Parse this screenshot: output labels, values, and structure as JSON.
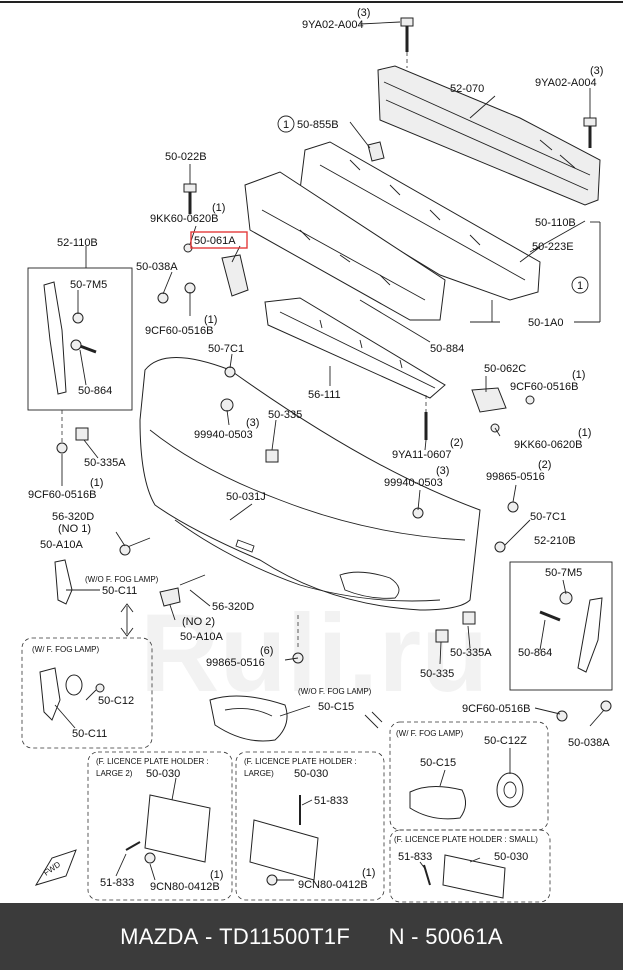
{
  "labels": {
    "q3a": "(3)",
    "p9ya02_top": "9YA02-A004",
    "q3b": "(3)",
    "p9ya02_right": "9YA02-A004",
    "p52070": "52-070",
    "c1a": "1",
    "p50855b": "50-855B",
    "p50022b": "50-022B",
    "q1a": "(1)",
    "p9kk60a": "9KK60-0620B",
    "p50061a": "50-061A",
    "p52110b": "52-110B",
    "p50038a": "50-038A",
    "p507m5a": "50-7M5",
    "q1b": "(1)",
    "p9cf60a": "9CF60-0516B",
    "p50864a": "50-864",
    "p507c1a": "50-7C1",
    "q3c": "(3)",
    "p99940a": "99940-0503",
    "p50335": "50-335",
    "p50335a": "50-335A",
    "q1c": "(1)",
    "p9cf60b": "9CF60-0516B",
    "p50110b": "50-110B",
    "p50223e": "50-223E",
    "c1b": "1",
    "p501a0": "50-1A0",
    "p50884": "50-884",
    "p56111": "56-111",
    "p50062c": "50-062C",
    "q1d": "(1)",
    "p9cf60c": "9CF60-0516B",
    "q1e": "(1)",
    "p9kk60b": "9KK60-0620B",
    "q2a": "(2)",
    "p9ya11": "9YA11-0607",
    "q3d": "(3)",
    "p99940b": "99940-0503",
    "q2b": "(2)",
    "p99865a": "99865-0516",
    "p50031j": "50-031J",
    "p56320d_a": "56-320D",
    "no1": "(NO 1)",
    "p50a10a_a": "50-A10A",
    "p507c1b": "50-7C1",
    "p52210b": "52-210B",
    "p507m5b": "50-7M5",
    "wofog1": "(W/O F. FOG LAMP)",
    "p50c11a": "50-C11",
    "p56320d_b": "56-320D",
    "no2": "(NO 2)",
    "p50a10a_b": "50-A10A",
    "p50335a_b": "50-335A",
    "p50864b": "50-864",
    "q6": "(6)",
    "p99865b": "99865-0516",
    "p50335b": "50-335",
    "wfog1": "(W/ F. FOG LAMP)",
    "p50c12": "50-C12",
    "p50c11b": "50-C11",
    "wofog2": "(W/O F. FOG LAMP)",
    "p50c15a": "50-C15",
    "p9cf60d": "9CF60-0516B",
    "p50038a_b": "50-038A",
    "wfog2": "(W/ F. FOG LAMP)",
    "p50c12z": "50-C12Z",
    "p50c15b": "50-C15",
    "lp1a": "(F. LICENCE PLATE HOLDER :",
    "lp1b": "LARGE 2)",
    "p50030a": "50-030",
    "lp2a": "(F. LICENCE PLATE HOLDER :",
    "lp2b": "LARGE)",
    "p50030b": "50-030",
    "p51833a": "51-833",
    "p51833b": "51-833",
    "p51833c": "51-833",
    "q1f": "(1)",
    "p9cn80a": "9CN80-0412B",
    "q1g": "(1)",
    "p9cn80b": "9CN80-0412B",
    "lp3": "(F. LICENCE PLATE HOLDER : SMALL)",
    "p50030c": "50-030",
    "fwd": "FWD"
  },
  "highlight_color": "#e43b3b",
  "footer": {
    "brand": "MAZDA",
    "sep1": " - ",
    "part_no": "TD11500T1F",
    "gap": "      ",
    "ref": "N - 50061A"
  },
  "watermark": "Ruli.ru"
}
